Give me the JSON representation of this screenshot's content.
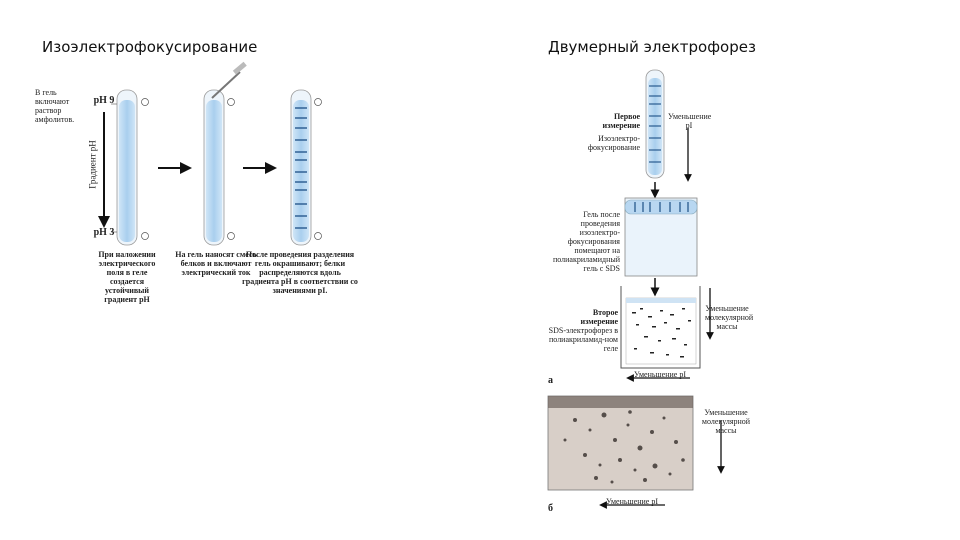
{
  "left": {
    "title": "Изоэлектрофокусирование",
    "gel_text": "В гель включают раствор амфолитов.",
    "ph_top": "pH 9",
    "ph_bottom": "pH 3",
    "gradient_label": "Градиент pH",
    "captions": [
      "При наложении электрического поля в геле создается устойчивый градиент pH",
      "На гель наносят смесь белков и включают электрический ток",
      "После проведения разделения гель окрашивают; белки распределяются вдоль градиента pH в соответствии со значениями pI."
    ]
  },
  "right": {
    "title": "Двумерный электрофорез",
    "first_dim": "Первое измерение",
    "ief": "Изоэлектро-фокусирование",
    "decrease_pi_top": "Уменьшение pI",
    "gel_after": "Гель после проведения изоэлектро-фокусирования помещают на полиакриламидный гель с SDS",
    "second_dim": "Второе измерение",
    "sds": "SDS-электрофорез в полиакриламид-ном геле",
    "decrease_mw_1": "Уменьшение молекулярной массы",
    "decrease_pi_a": "Уменьшение pI",
    "label_a": "а",
    "decrease_mw_2": "Уменьшение молекулярной массы",
    "decrease_pi_b": "Уменьшение pI",
    "label_b": "б"
  },
  "colors": {
    "tube": "#a9cfee",
    "band": "#1c4f86",
    "photo": "#d8cfc8"
  }
}
